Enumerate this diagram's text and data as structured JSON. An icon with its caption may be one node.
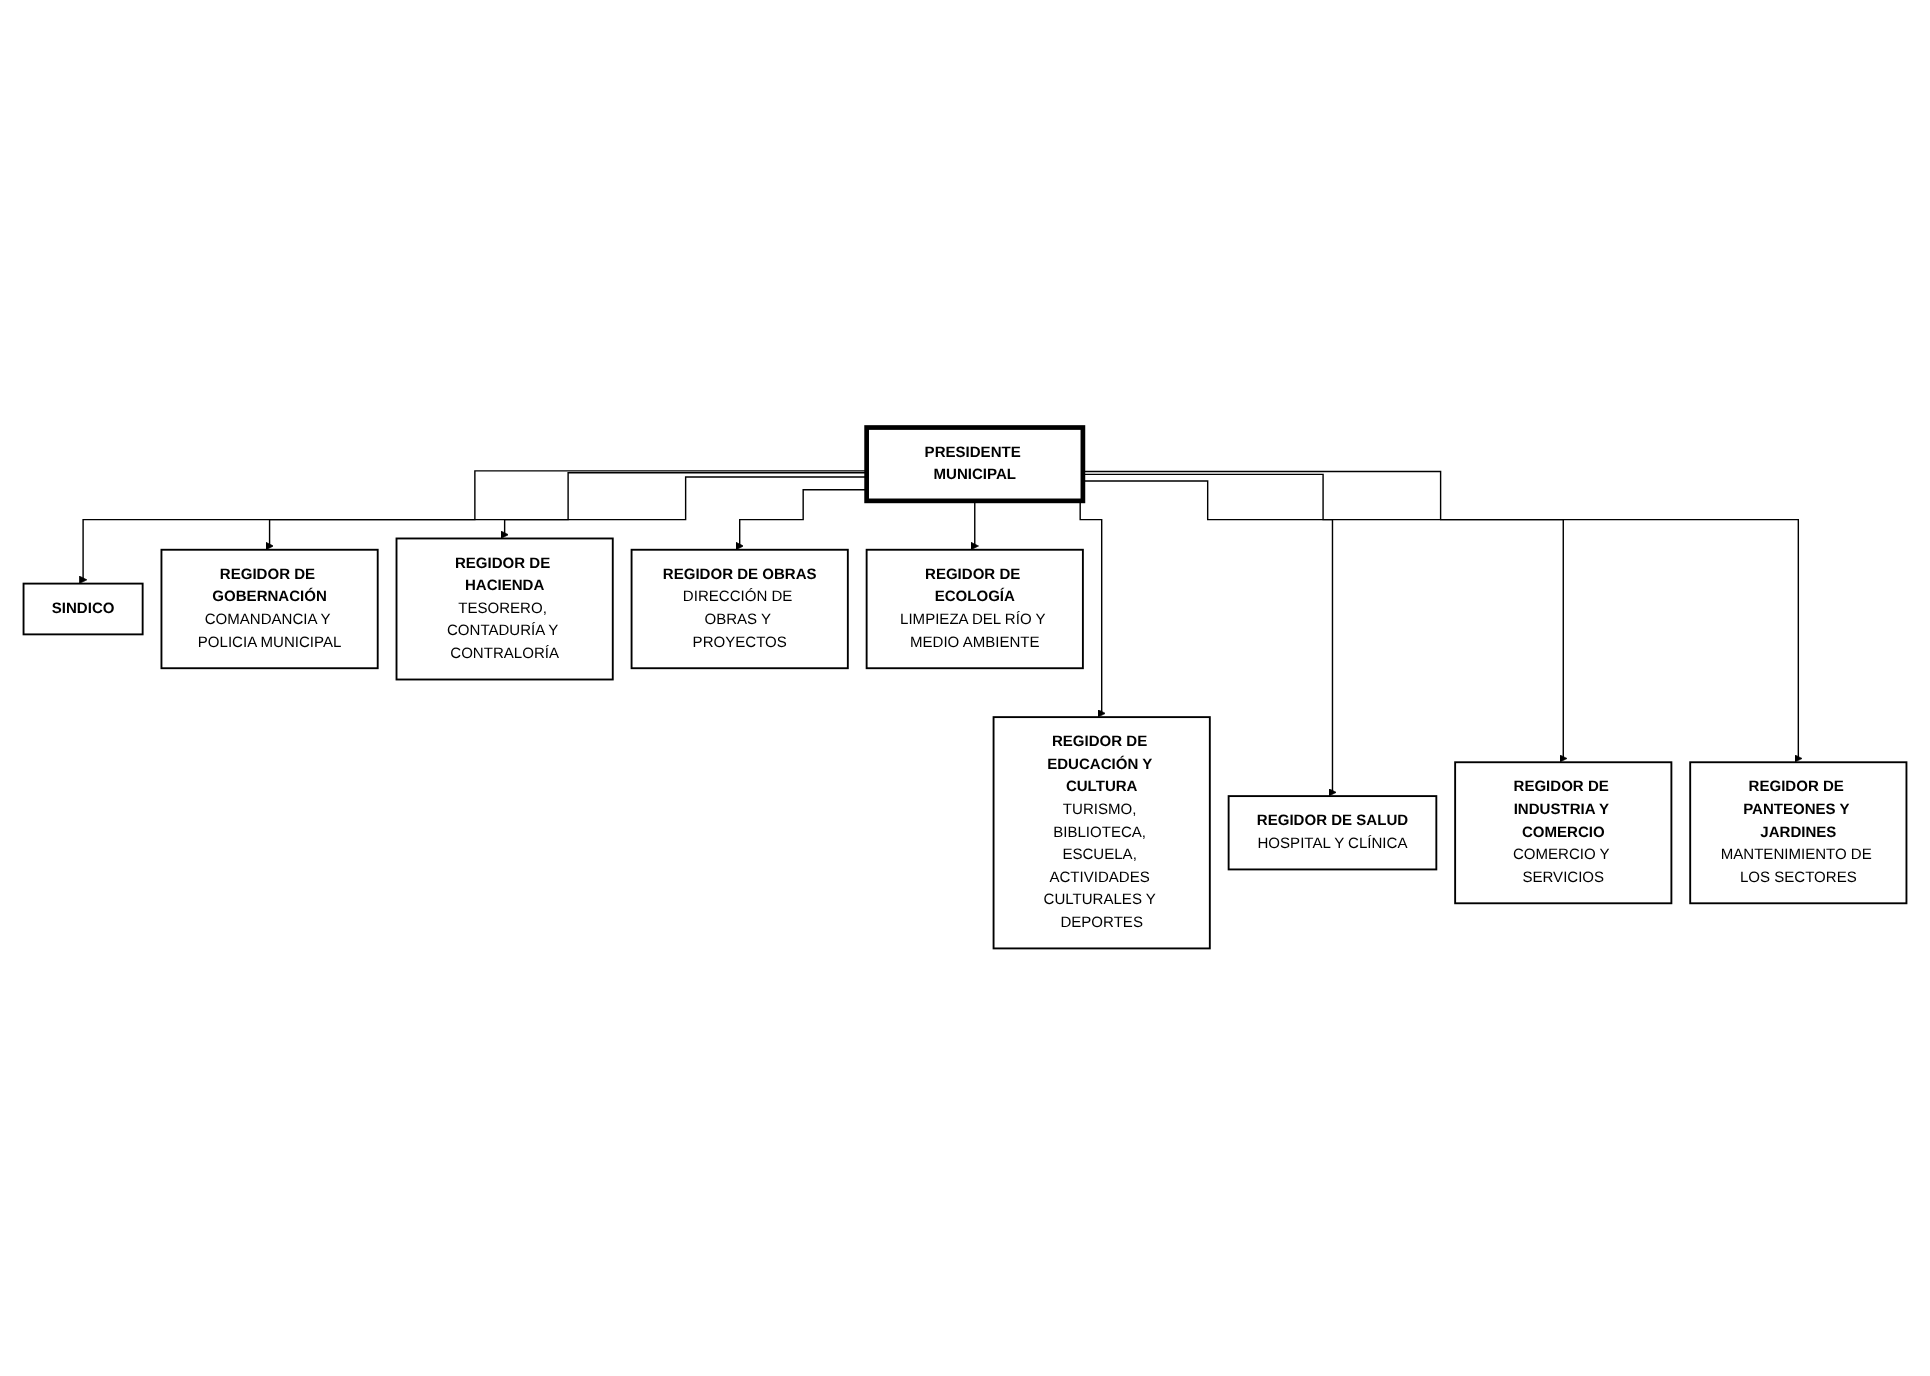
{
  "diagram": {
    "nodes": [
      {
        "text": [
          "PRESIDENTE MUNICIPAL"
        ]
      },
      {
        "text": [
          "SINDICO"
        ]
      },
      {
        "text": [
          "REGIDOR DE GOBERNACIÓN",
          "COMANDANCIA Y POLICIA MUNICIPAL"
        ]
      },
      {
        "text": [
          "REGIDOR DE HACIENDA",
          "TESORERO, CONTADURÍA Y CONTRALORÍA"
        ]
      },
      {
        "text": [
          "REGIDOR DE OBRAS",
          "DIRECCIÓN DE OBRAS Y PROYECTOS"
        ]
      },
      {
        "text": [
          "REGIDOR DE ECOLOGÍA",
          "LIMPIEZA DEL RÍO Y MEDIO AMBIENTE"
        ]
      },
      {
        "text": [
          "REGIDOR DE EDUCACIÓN Y CULTURA",
          "TURISMO, BIBLIOTECA, ESCUELA, ACTIVIDADES CULTURALES Y DEPORTES"
        ]
      },
      {
        "text": [
          "REGIDOR DE SALUD",
          "HOSPITAL Y CLÍNICA"
        ]
      },
      {
        "text": [
          "REGIDOR DE INDUSTRIA Y COMERCIO",
          "COMERCIO Y SERVICIOS"
        ]
      },
      {
        "text": [
          "REGIDOR DE PANTEONES Y JARDINES",
          "MANTENIMIENTO DE LOS SECTORES"
        ]
      }
    ],
    "edges": [
      {
        "from": 0,
        "to": 1,
        "arrow": "to"
      },
      {
        "from": 0,
        "to": 2,
        "arrow": "to"
      },
      {
        "from": 0,
        "to": 6,
        "arrow": "to"
      },
      {
        "from": 0,
        "to": 3,
        "arrow": "to"
      },
      {
        "from": 0,
        "to": 7,
        "arrow": "to"
      },
      {
        "from": 0,
        "to": 4,
        "arrow": "to"
      },
      {
        "from": 0,
        "to": 8,
        "arrow": "to"
      },
      {
        "from": 0,
        "to": 5,
        "arrow": "to"
      },
      {
        "from": 0,
        "to": 9,
        "arrow": "to"
      }
    ]
  }
}
